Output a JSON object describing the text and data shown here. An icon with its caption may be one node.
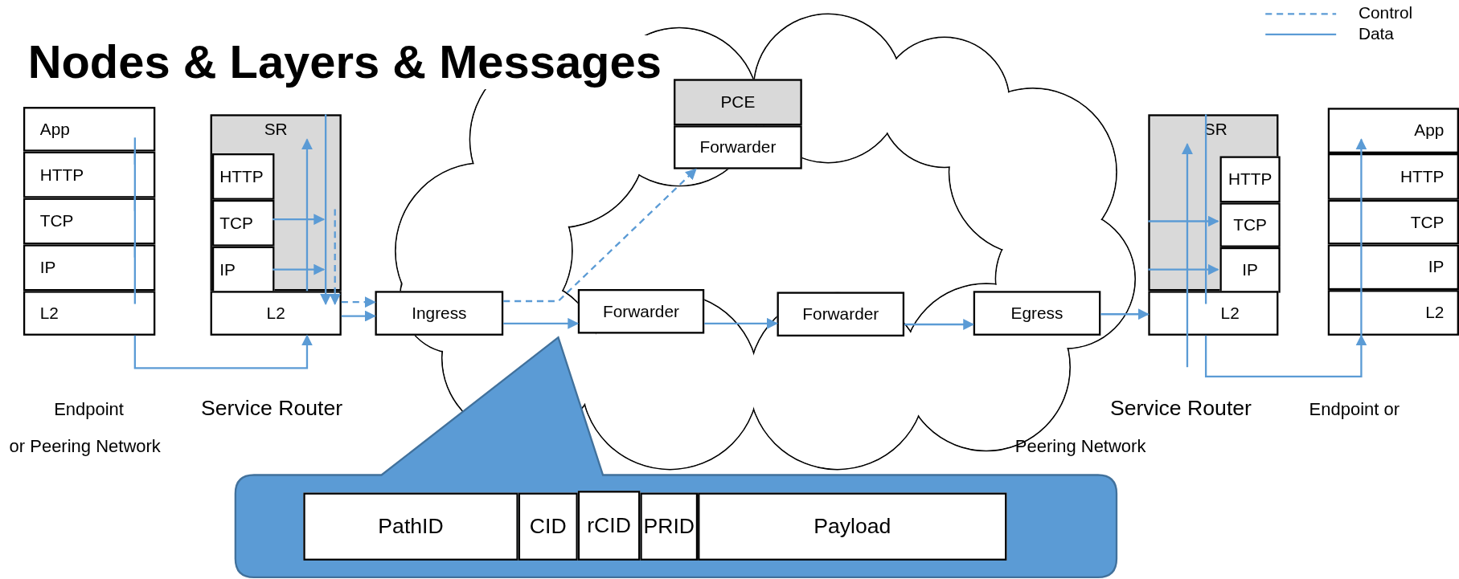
{
  "diagram": {
    "title": "Nodes & Layers & Messages",
    "nodes": [
      {
        "text": [
          "App"
        ]
      },
      {
        "text": [
          "HTTP"
        ]
      },
      {
        "text": [
          "TCP"
        ]
      },
      {
        "text": [
          "IP"
        ]
      },
      {
        "text": [
          "L2"
        ]
      },
      {
        "text": [
          "SR"
        ]
      },
      {
        "text": [
          "HTTP"
        ],
        "in": 5
      },
      {
        "text": [
          "TCP"
        ],
        "in": 5
      },
      {
        "text": [
          "IP"
        ],
        "in": 5
      },
      {
        "text": [
          "L2"
        ]
      },
      {
        "text": [
          "PCE"
        ]
      },
      {
        "text": [
          "Forwarder"
        ]
      },
      {
        "text": [
          "Ingress"
        ]
      },
      {
        "text": [
          "Forwarder"
        ]
      },
      {
        "text": [
          "Forwarder"
        ]
      },
      {
        "text": [
          "Egress"
        ]
      },
      {
        "text": [
          "SR"
        ]
      },
      {
        "text": [
          "HTTP"
        ],
        "in": 16
      },
      {
        "text": [
          "TCP"
        ],
        "in": 16
      },
      {
        "text": [
          "IP"
        ],
        "in": 16
      },
      {
        "text": [
          "L2"
        ]
      },
      {
        "text": [
          "App"
        ]
      },
      {
        "text": [
          "HTTP"
        ]
      },
      {
        "text": [
          "TCP"
        ]
      },
      {
        "text": [
          "IP"
        ]
      },
      {
        "text": [
          "L2"
        ]
      },
      {
        "text": [],
        "shape": "box"
      },
      {
        "text": [
          "PathID"
        ],
        "in": 26
      },
      {
        "text": [
          "CID"
        ],
        "in": 26
      },
      {
        "text": [
          "rCID"
        ],
        "in": 26
      },
      {
        "text": [
          "PRID"
        ],
        "in": 26
      },
      {
        "text": [
          "Payload"
        ],
        "in": 26
      }
    ],
    "edges": [
      {
        "from": 0,
        "to": 1,
        "arrow": "none"
      },
      {
        "from": 1,
        "to": 2,
        "arrow": "none"
      },
      {
        "from": 2,
        "to": 3,
        "arrow": "none"
      },
      {
        "from": 3,
        "to": 4,
        "arrow": "none"
      },
      {
        "from": 4,
        "to": 9,
        "arrow": "to"
      },
      {
        "from": 9,
        "to": 5,
        "arrow": "to"
      },
      {
        "from": 5,
        "to": 9,
        "arrow": "to"
      },
      {
        "from": 7,
        "to": 5,
        "arrow": "to"
      },
      {
        "from": 8,
        "to": 5,
        "arrow": "to"
      },
      {
        "from": 5,
        "to": 9,
        "arrow": "to",
        "style": "dashed"
      },
      {
        "from": 9,
        "to": 12,
        "arrow": "to",
        "style": "dashed"
      },
      {
        "from": 9,
        "to": 12,
        "arrow": "to"
      },
      {
        "from": 12,
        "to": 11,
        "arrow": "to",
        "style": "dashed"
      },
      {
        "from": 12,
        "to": 13,
        "arrow": "to"
      },
      {
        "from": 13,
        "to": 14,
        "arrow": "to"
      },
      {
        "from": 14,
        "to": 15,
        "arrow": "to"
      },
      {
        "from": 15,
        "to": 20,
        "arrow": "to"
      },
      {
        "from": null,
        "to": 20,
        "arrow": "none"
      },
      {
        "from": 20,
        "to": 16,
        "arrow": "to"
      },
      {
        "from": 16,
        "to": 18,
        "arrow": "to"
      },
      {
        "from": 16,
        "to": 19,
        "arrow": "to"
      },
      {
        "from": 16,
        "to": 20,
        "arrow": "none"
      },
      {
        "from": 20,
        "to": 25,
        "arrow": "to"
      },
      {
        "from": 25,
        "to": 24,
        "arrow": "none"
      },
      {
        "from": 24,
        "to": 23,
        "arrow": "none"
      },
      {
        "from": 23,
        "to": 22,
        "arrow": "none"
      },
      {
        "from": 22,
        "to": 21,
        "arrow": "to"
      }
    ],
    "labels": [
      "Endpoint",
      "or Peering Network",
      "Service Router",
      "Service Router",
      "Endpoint or",
      "Peering Network"
    ],
    "legend": [
      {
        "text": "Control"
      },
      {
        "text": "Data"
      }
    ]
  }
}
